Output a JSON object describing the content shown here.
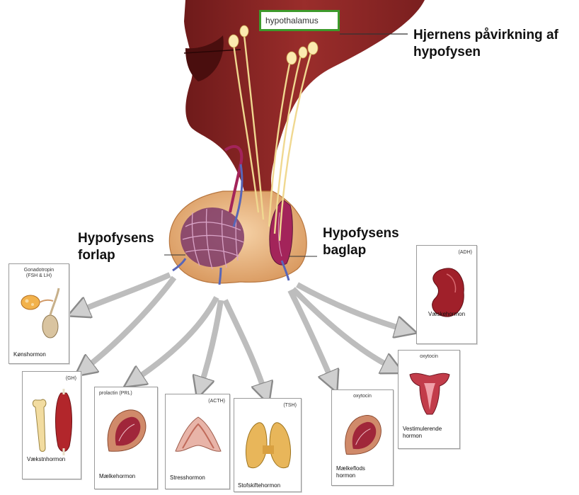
{
  "labels": {
    "hypothalamus": "hypothalamus",
    "brain_influence_line1": "Hjernens påvirkning af",
    "brain_influence_line2": "hypofysen",
    "anterior_line1": "Hypofysens",
    "anterior_line2": "forlap",
    "posterior_line1": "Hypofysens",
    "posterior_line2": "baglap"
  },
  "hormones": {
    "gonadotropin": {
      "code_line1": "Gonadotropin",
      "code_line2": "(FSH & LH)",
      "name": "Kønshormon",
      "organ_icon": "ovary-testis-icon"
    },
    "gh": {
      "code": "(GH)",
      "name": "Vækstnhormon",
      "organ_icon": "bone-muscle-icon"
    },
    "prolactin": {
      "code": "prolactin (PRL)",
      "name": "Mælkehormon",
      "organ_icon": "breast-icon"
    },
    "acth": {
      "code": "(ACTH)",
      "name": "Stresshormon",
      "organ_icon": "adrenal-gland-icon"
    },
    "tsh": {
      "code": "(TSH)",
      "name": "Stofskiftehormon",
      "organ_icon": "thyroid-icon"
    },
    "oxytocin_milk": {
      "code": "oxytocin",
      "name_line1": "Mælkeflods",
      "name_line2": "hormon",
      "organ_icon": "breast-icon"
    },
    "oxytocin_uterus": {
      "code": "oxytocin",
      "name_line1": "Vestimulerende",
      "name_line2": "hormon",
      "organ_icon": "uterus-icon"
    },
    "adh": {
      "code": "(ADH)",
      "name": "Væskehormon",
      "organ_icon": "kidney-icon"
    }
  },
  "colors": {
    "brain": "#8a2424",
    "brain_dark": "#4a0e0e",
    "gland": "#e8b88a",
    "vessel_red": "#a3245a",
    "vessel_blue": "#5866b8",
    "nerve": "#f0d890",
    "arrow": "#cccccc",
    "box_border": "#3d9a2c"
  }
}
